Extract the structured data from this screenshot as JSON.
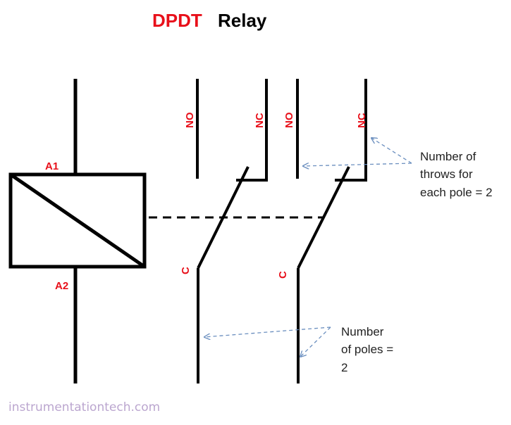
{
  "title": {
    "part1": "DPDT",
    "part2": "Relay"
  },
  "colors": {
    "accent": "#e8101a",
    "line": "#000000",
    "note_arrow": "#6b8fbf",
    "watermark": "#bba6cf"
  },
  "coil": {
    "terminal_top": "A1",
    "terminal_bottom": "A2"
  },
  "contacts": {
    "pole1": {
      "no": "NO",
      "nc": "NC",
      "common": "C"
    },
    "pole2": {
      "no": "NO",
      "nc": "NC",
      "common": "C"
    }
  },
  "annotations": {
    "throws": {
      "line1": "Number of",
      "line2": "throws for",
      "line3": "each pole = 2"
    },
    "poles": {
      "line1": "Number",
      "line2": "of poles =",
      "line3": "2"
    }
  },
  "watermark": "instrumentationtech.com"
}
